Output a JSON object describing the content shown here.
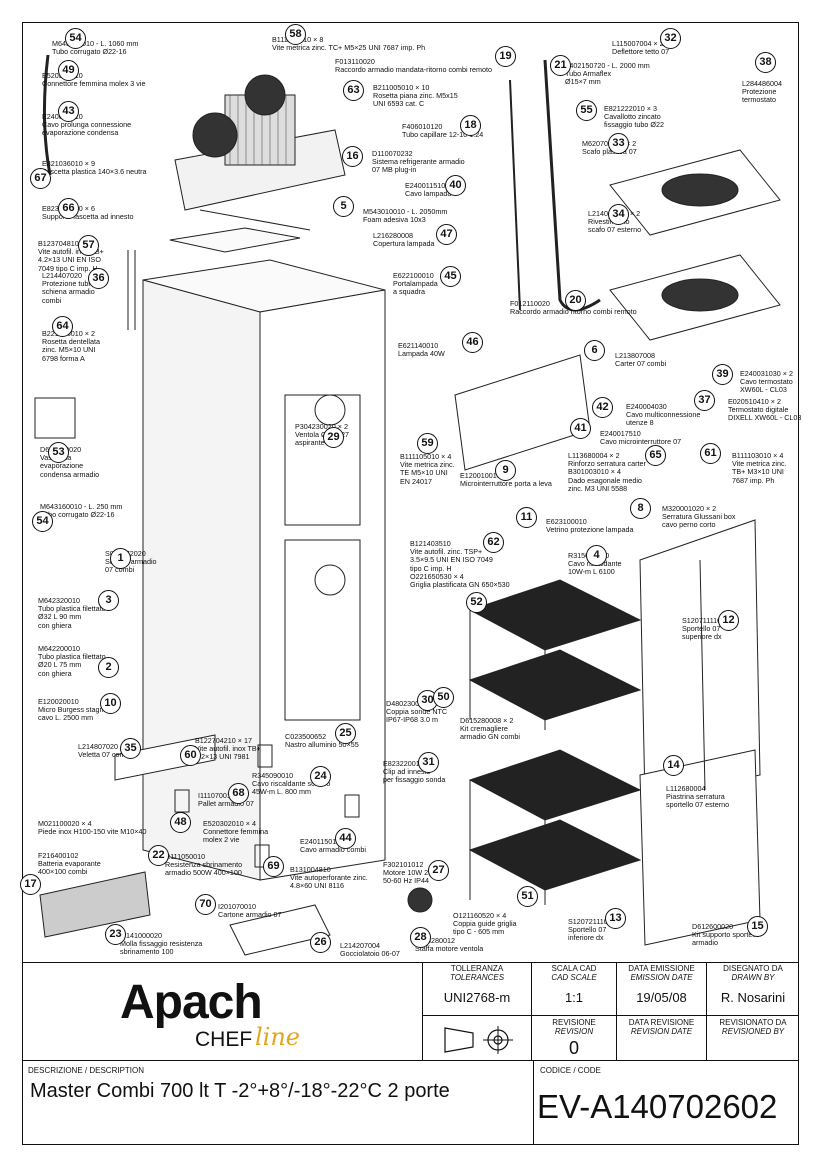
{
  "parts": [
    {
      "n": "54",
      "text": "M643180010 - L. 1060 mm\nTubo corrugato Ø22-16"
    },
    {
      "n": "58",
      "text": "B111105010 × 8\nVite metrica zinc. TC+ M5×25 UNI 7687 imp. Ph"
    },
    {
      "n": "49",
      "text": "E520303010\nConnettore femmina molex 3 vie"
    },
    {
      "n": "43",
      "text": "E240004510\nCavo prolunga connessione\nevaporazione condensa"
    },
    {
      "n": "67",
      "text": "E821036010 × 9\nFascetta plastica 140×3.6 neutra"
    },
    {
      "n": "66",
      "text": "E823220020 × 6\nSupporto fascetta ad innesto"
    },
    {
      "n": "57",
      "text": "B123704810 × 19\nVite autofil. inox TB+\n4.2×13 UNI EN ISO\n7049 tipo C imp. H"
    },
    {
      "n": "36",
      "text": "L214407020\nProtezione tubi\nschiena armadio\ncombi"
    },
    {
      "n": "64",
      "text": "B221005010 × 2\nRosetta dentellata\nzinc. M5×10 UNI\n6798 forma A"
    },
    {
      "n": "53",
      "text": "D614600020\nVaschetta\nevaporazione\ncondensa armadio"
    },
    {
      "n": "54b",
      "text": "M643160010 - L. 250 mm\nTubo corrugato Ø22-16"
    },
    {
      "n": "1",
      "text": "S010072020\nScocca armadio\n07 combi"
    },
    {
      "n": "3",
      "text": "M642320010\nTubo plastica filettato\nØ32 L 90 mm\ncon ghiera"
    },
    {
      "n": "2",
      "text": "M642200010\nTubo plastica filettato\nØ20 L 75 mm\ncon ghiera"
    },
    {
      "n": "10",
      "text": "E120020010\nMicro Burgess stagno\ncavo L. 2500 mm"
    },
    {
      "n": "35",
      "text": "L214807020\nVeletta 07 combi"
    },
    {
      "n": "60",
      "text": "B122704210 × 17\nVite autofil. inox TB+\n4.2×13 UNI 7981"
    },
    {
      "n": "68",
      "text": "I111070010\nPallet armadio 07"
    },
    {
      "n": "48",
      "text": "E520302010 × 4\nConnettore femmina\nmolex 2 vie"
    },
    {
      "n": "4x",
      "text": "M021100020 × 4\nPiede inox H100-150 vite M10×40"
    },
    {
      "n": "17",
      "text": "F216400102\nBatteria evaporante\n400×100 combi"
    },
    {
      "n": "22",
      "text": "R111050010\nResistenza sbrinamento\narmadio 500W 400×100"
    },
    {
      "n": "70",
      "text": "I201070010\nCartone armadio 07"
    },
    {
      "n": "23",
      "text": "M141000020\nMolla fissaggio resistenza\nsbrinamento 100"
    },
    {
      "n": "63",
      "text": "B211005010 × 10\nRosetta piana zinc. M5x15\nUNI 6593 cat. C"
    },
    {
      "n": "19",
      "text": "F013110020\nRaccordo armadio mandata-ritorno combi remoto"
    },
    {
      "n": "18",
      "text": "F406010120\nTubo capillare 12-10 1.24"
    },
    {
      "n": "16",
      "text": "D110070232\nSistema refrigerante armadio\n07 MB plug-in"
    },
    {
      "n": "40",
      "text": "E240011510\nCavo lampada"
    },
    {
      "n": "5",
      "text": "M543010010 - L. 2050mm\nFoam adesiva 10x3"
    },
    {
      "n": "47",
      "text": "L216280008\nCopertura lampada"
    },
    {
      "n": "45",
      "text": "E622100010\nPortalampada\na squadra"
    },
    {
      "n": "46",
      "text": "E621140010\nLampada 40W"
    },
    {
      "n": "21",
      "text": "F402150720 - L. 2000 mm\nTubo Armaflex\nØ15×7 mm"
    },
    {
      "n": "32",
      "text": "L115007004 × 2\nDeflettore tetto 07"
    },
    {
      "n": "38",
      "text": "L284486004\nProtezione\ntermostato"
    },
    {
      "n": "55",
      "text": "E821222010 × 3\nCavallotto zincato\nfissaggio tubo Ø22"
    },
    {
      "n": "33",
      "text": "M620700020 × 2\nScafo plastica 07"
    },
    {
      "n": "34",
      "text": "L214007604 × 2\nRivestimento\nscafo 07 esterno"
    },
    {
      "n": "20",
      "text": "F012110020\nRaccordo armadio ritorno combi remoto"
    },
    {
      "n": "6",
      "text": "L213807008\nCarter 07 combi"
    },
    {
      "n": "39",
      "text": "E240031030 × 2\nCavo termostato\nXW60L - CL03"
    },
    {
      "n": "42",
      "text": "E240004030\nCavo multiconnessione\nutenze 8"
    },
    {
      "n": "37",
      "text": "E020510410 × 2\nTermostato digitale\nDIXELL XW60L - CL03"
    },
    {
      "n": "41",
      "text": "E240017510\nCavo microinterruttore 07"
    },
    {
      "n": "29",
      "text": "P304230020 × 2\nVentola Ø230-27\naspirante"
    },
    {
      "n": "59",
      "text": "B111105010 × 4\nVite metrica zinc.\nTE M5×10 UNI\nEN 24017"
    },
    {
      "n": "9",
      "text": "E120010010\nMicrointerruttore porta a leva"
    },
    {
      "n": "65",
      "text": "L113680004 × 2\nRinforzo serratura carter\nB301003010 × 4\nDado esagonale medio\nzinc. M3 UNI 5588"
    },
    {
      "n": "61",
      "text": "B111103010 × 4\nVite metrica zinc.\nTB+ M3×10 UNI\n7687 imp. Ph"
    },
    {
      "n": "8",
      "text": "M320001020 × 2\nSerratura Glussani box\ncavo perno corto"
    },
    {
      "n": "11",
      "text": "E623100010\nVetrino protezione lampada"
    },
    {
      "n": "62",
      "text": "B121403510\nVite autofil. zinc. TSP+\n3.5×9.5 UNI EN ISO 7049\ntipo C imp. H\nO221650530 × 4\nGriglia plastificata GN 650×530"
    },
    {
      "n": "4",
      "text": "R315061010\nCavo riscaldante\n10W-m L 6100"
    },
    {
      "n": "52",
      "text": ""
    },
    {
      "n": "12",
      "text": "S120711110\nSportello 07\nsuperiore dx"
    },
    {
      "n": "30",
      "text": "D480230020\nCoppia sonde NTC\nIP67-IP68 3.0 m"
    },
    {
      "n": "50",
      "text": "D615280008 × 2\nKit cremagliere\narmadio GN combi"
    },
    {
      "n": "25",
      "text": "C023500652\nNastro alluminio 50×55"
    },
    {
      "n": "24",
      "text": "R345090010\nCavo riscaldante scarico\n45W-m L. 800 mm"
    },
    {
      "n": "31",
      "text": "E823220010\nClip ad innesto\nper fissaggio sonda"
    },
    {
      "n": "14",
      "text": "L112680004\nPiastrina serratura\nsportello 07 esterno"
    },
    {
      "n": "44",
      "text": "E240115010\nCavo armadio combi"
    },
    {
      "n": "69",
      "text": "B131004810\nVite autoperforante zinc.\n4.8×60 UNI 8116"
    },
    {
      "n": "27",
      "text": "F302101012\nMotore 10W 230V\n50-60 Hz IP44"
    },
    {
      "n": "51",
      "text": "O121160520 × 4\nCoppia guide griglia\ntipo C - 605 mm"
    },
    {
      "n": "13",
      "text": "S120721110\nSportello 07\ninferiore dx"
    },
    {
      "n": "15",
      "text": "D612600020\nKit supporto sportello\narmadio"
    },
    {
      "n": "26",
      "text": "L214207004\nGocciolatoio 06-07"
    },
    {
      "n": "28",
      "text": "L216280012\nStaffa motore ventola"
    }
  ],
  "title_block": {
    "logo_main": "Apach",
    "logo_chef": "CHEF",
    "logo_line": "line",
    "tolerances_label": "TOLLERANZA",
    "tolerances_label_en": "TOLERANCES",
    "tolerances_value": "UNI2768-m",
    "scale_label": "SCALA CAD",
    "scale_label_en": "CAD SCALE",
    "scale_value": "1:1",
    "issue_date_label": "DATA EMISSIONE",
    "issue_date_label_en": "EMISSION DATE",
    "issue_date_value": "19/05/08",
    "drawn_by_label": "DISEGNATO DA",
    "drawn_by_label_en": "DRAWN BY",
    "drawn_by_value": "R. Nosarini",
    "revision_label": "REVISIONE",
    "revision_label_en": "REVISION",
    "revision_value": "0",
    "revision_date_label": "DATA REVISIONE",
    "revision_date_label_en": "REVISION DATE",
    "revision_date_value": "",
    "revised_by_label": "REVISIONATO DA",
    "revised_by_label_en": "REVISIONED BY",
    "revised_by_value": "",
    "description_label": "DESCRIZIONE / DESCRIPTION",
    "description_value": "Master Combi 700 lt T -2°+8°/-18°-22°C 2 porte",
    "code_label": "CODICE / CODE",
    "code_value": "EV-A140702602"
  }
}
